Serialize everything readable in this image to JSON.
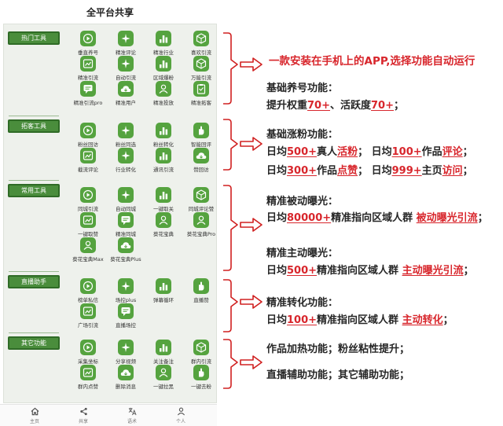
{
  "title": "全平台共享",
  "categories": [
    {
      "label": "热门工具",
      "items": [
        {
          "label": "垂直养号",
          "icon": "play-icon"
        },
        {
          "label": "精准评论",
          "icon": "sparkle-icon"
        },
        {
          "label": "精准行业",
          "icon": "bar-chart-icon"
        },
        {
          "label": "喜欢引流",
          "icon": "cube-icon"
        },
        {
          "label": "精准引流",
          "icon": "chart-icon"
        },
        {
          "label": "自动引流",
          "icon": "sparkle-icon"
        },
        {
          "label": "区域爆粉",
          "icon": "bar-chart-icon"
        },
        {
          "label": "万能引流",
          "icon": "cube-icon"
        },
        {
          "label": "精准引流pro",
          "icon": "message-icon"
        },
        {
          "label": "精准用户",
          "icon": "cloud-icon"
        },
        {
          "label": "精准投放",
          "icon": "user-icon"
        },
        {
          "label": "精准拓客",
          "icon": "clipboard-icon"
        }
      ]
    },
    {
      "label": "拓客工具",
      "items": [
        {
          "label": "粉丝回访",
          "icon": "play-icon"
        },
        {
          "label": "粉丝同选",
          "icon": "sparkle-icon"
        },
        {
          "label": "粉丝转化",
          "icon": "bar-chart-icon"
        },
        {
          "label": "智能回评",
          "icon": "hand-icon"
        },
        {
          "label": "截流评论",
          "icon": "chart-icon"
        },
        {
          "label": "行业转化",
          "icon": "sparkle-icon"
        },
        {
          "label": "通讯引流",
          "icon": "bar-chart-icon"
        },
        {
          "label": "赞回访",
          "icon": "cloud-icon"
        }
      ]
    },
    {
      "label": "常用工具",
      "items": [
        {
          "label": "同城引流",
          "icon": "play-icon"
        },
        {
          "label": "自动同城",
          "icon": "sparkle-icon"
        },
        {
          "label": "一键取关",
          "icon": "bar-chart-icon"
        },
        {
          "label": "同城评论赞",
          "icon": "cube-icon"
        },
        {
          "label": "一键取赞",
          "icon": "chart-icon"
        },
        {
          "label": "精准同城",
          "icon": "message-icon"
        },
        {
          "label": "葵花宝典",
          "icon": "user-icon"
        },
        {
          "label": "葵花宝典Pro",
          "icon": "user-icon"
        },
        {
          "label": "葵花宝典Max",
          "icon": "user-icon"
        },
        {
          "label": "葵花宝典Plus",
          "icon": "cloud-icon"
        }
      ]
    },
    {
      "label": "直播助手",
      "items": [
        {
          "label": "榜单私信",
          "icon": "play-icon"
        },
        {
          "label": "场控plus",
          "icon": "sparkle-icon"
        },
        {
          "label": "弹幕循环",
          "icon": "bar-chart-icon"
        },
        {
          "label": "直播赞",
          "icon": "hand-icon"
        },
        {
          "label": "广场引流",
          "icon": "chart-icon"
        },
        {
          "label": "直播场控",
          "icon": "message-icon"
        }
      ]
    },
    {
      "label": "其它功能",
      "items": [
        {
          "label": "采集坐标",
          "icon": "play-icon"
        },
        {
          "label": "分享视频",
          "icon": "sparkle-icon"
        },
        {
          "label": "关注备注",
          "icon": "bar-chart-icon"
        },
        {
          "label": "群内引流",
          "icon": "cube-icon"
        },
        {
          "label": "群内点赞",
          "icon": "chart-icon"
        },
        {
          "label": "删除消息",
          "icon": "cloud-icon"
        },
        {
          "label": "一键拉黑",
          "icon": "user-icon"
        },
        {
          "label": "一键去粉",
          "icon": "hand-icon"
        }
      ]
    }
  ],
  "bottom_nav": [
    {
      "label": "主页",
      "icon": "home-icon"
    },
    {
      "label": "共享",
      "icon": "share-icon"
    },
    {
      "label": "语术",
      "icon": "translate-icon"
    },
    {
      "label": "个人",
      "icon": "person-icon"
    }
  ],
  "annotations": {
    "headline": "一款安装在手机上的APP,选择功能自动运行",
    "g1": {
      "heading": "基础养号功能：",
      "line": [
        {
          "t": "提升权重",
          "red": false
        },
        {
          "t": "70+",
          "red": true,
          "u": true
        },
        {
          "t": "、活跃度",
          "red": false
        },
        {
          "t": "70+",
          "red": true,
          "u": true
        },
        {
          "t": "；",
          "red": false
        }
      ]
    },
    "g2": {
      "heading": "基础涨粉功能：",
      "line1": [
        {
          "t": "日均",
          "red": false
        },
        {
          "t": "500+",
          "red": true,
          "u": true
        },
        {
          "t": "真人",
          "red": false
        },
        {
          "t": "活粉",
          "red": true,
          "u": true
        },
        {
          "t": "；  日均",
          "red": false
        },
        {
          "t": "100+",
          "red": true,
          "u": true
        },
        {
          "t": "作品",
          "red": false
        },
        {
          "t": "评论",
          "red": true,
          "u": true
        },
        {
          "t": "；",
          "red": false
        }
      ],
      "line2": [
        {
          "t": "日均",
          "red": false
        },
        {
          "t": "300+",
          "red": true,
          "u": true
        },
        {
          "t": "作品",
          "red": false
        },
        {
          "t": "点赞",
          "red": true,
          "u": true
        },
        {
          "t": "；  日均",
          "red": false
        },
        {
          "t": "999+",
          "red": true,
          "u": true
        },
        {
          "t": "主页",
          "red": false
        },
        {
          "t": "访问",
          "red": true,
          "u": true
        },
        {
          "t": "；",
          "red": false
        }
      ]
    },
    "g3": {
      "heading1": "精准被动曝光：",
      "line1": [
        {
          "t": "日均",
          "red": false
        },
        {
          "t": "80000+",
          "red": true,
          "u": true
        },
        {
          "t": "精准指向区域人群 ",
          "red": false
        },
        {
          "t": "被动曝光引流",
          "red": true,
          "u": true
        },
        {
          "t": "；",
          "red": false
        }
      ],
      "heading2": "精准主动曝光：",
      "line2": [
        {
          "t": "日均",
          "red": false
        },
        {
          "t": "500+",
          "red": true,
          "u": true
        },
        {
          "t": "精准指向区域人群 ",
          "red": false
        },
        {
          "t": "主动曝光引流",
          "red": true,
          "u": true
        },
        {
          "t": "；",
          "red": false
        }
      ]
    },
    "g4": {
      "heading": "精准转化功能：",
      "line": [
        {
          "t": "日均",
          "red": false
        },
        {
          "t": "100+",
          "red": true,
          "u": true
        },
        {
          "t": "精准指向区域人群 ",
          "red": false
        },
        {
          "t": "主动转化",
          "red": true,
          "u": true
        },
        {
          "t": "；",
          "red": false
        }
      ]
    },
    "g5": {
      "line1": "作品加热功能；粉丝粘性提升；",
      "line2": "直播辅助功能；其它辅助功能；"
    }
  },
  "colors": {
    "accent_red": "#d8262c",
    "icon_green": "#55a33f",
    "category_green": "#4a8d3c"
  }
}
